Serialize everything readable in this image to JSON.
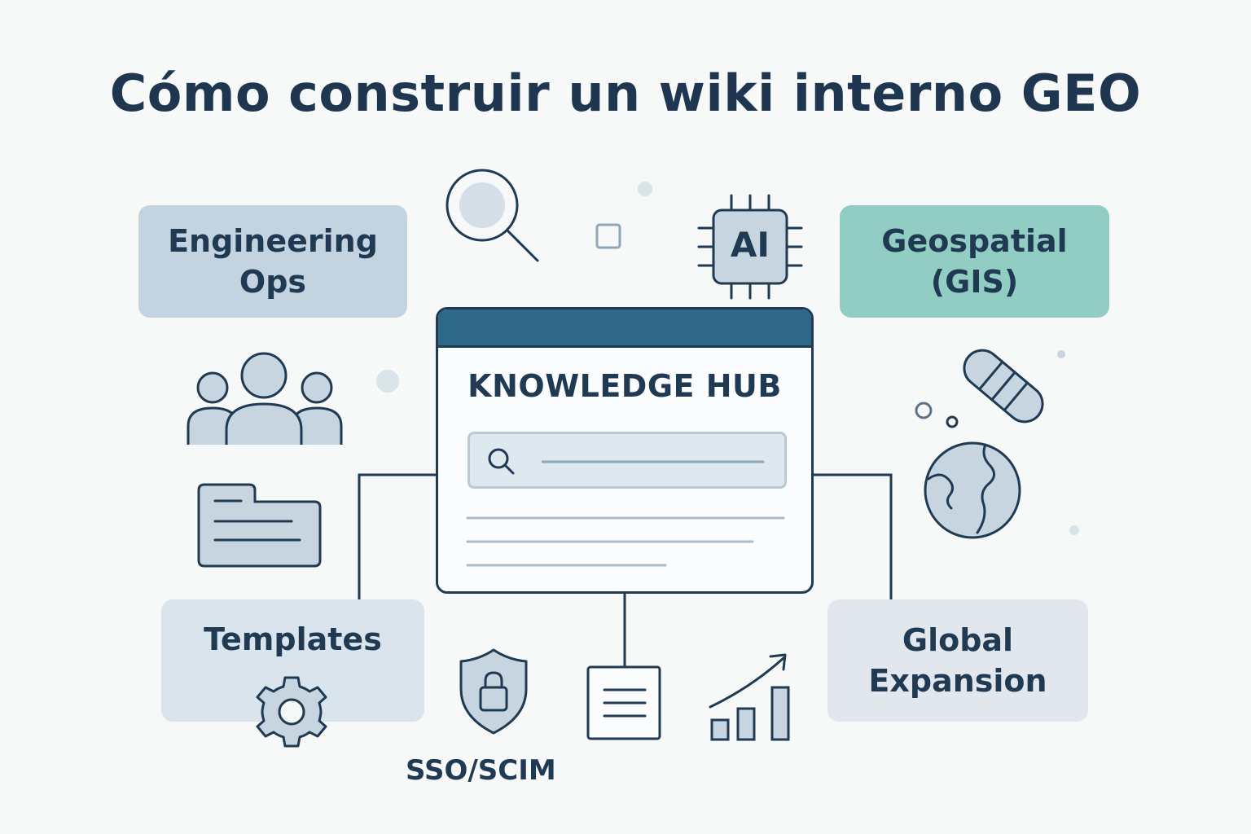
{
  "title": "Cómo construir un wiki interno GEO",
  "hub": {
    "title": "KNOWLEDGE HUB"
  },
  "boxes": {
    "engineering": "Engineering\nOps",
    "geospatial": "Geospatial\n(GIS)",
    "templates": "Templates",
    "global": "Global\nExpansion"
  },
  "icons": {
    "ai_chip_label": "AI",
    "security_label": "SSO/SCIM"
  },
  "colors": {
    "dark_navy": "#1f3a52",
    "hub_header": "#2e6889",
    "box_blue": "#c3d3df",
    "box_teal": "#92cdc4",
    "box_light": "#dae4ec",
    "icon_fill": "#c6d5e0"
  }
}
